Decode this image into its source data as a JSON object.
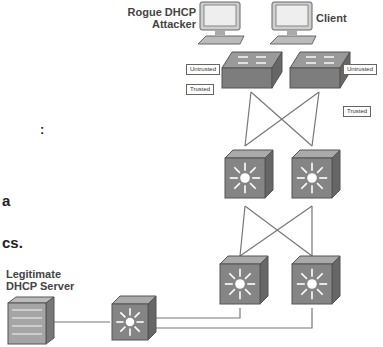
{
  "diagram": {
    "nodes": [
      {
        "text": [
          "Rogue DHCP Attacker"
        ]
      },
      {
        "text": [
          "Client"
        ]
      },
      {
        "text": [
          "Untrusted"
        ]
      },
      {
        "text": [
          "Trusted"
        ]
      },
      {
        "text": [
          "Untrusted"
        ]
      },
      {
        "text": [
          "Trusted"
        ]
      },
      {
        "text": [
          "Legitimate DHCP Server"
        ]
      }
    ],
    "labels": [
      ":",
      "a",
      "cs."
    ]
  }
}
